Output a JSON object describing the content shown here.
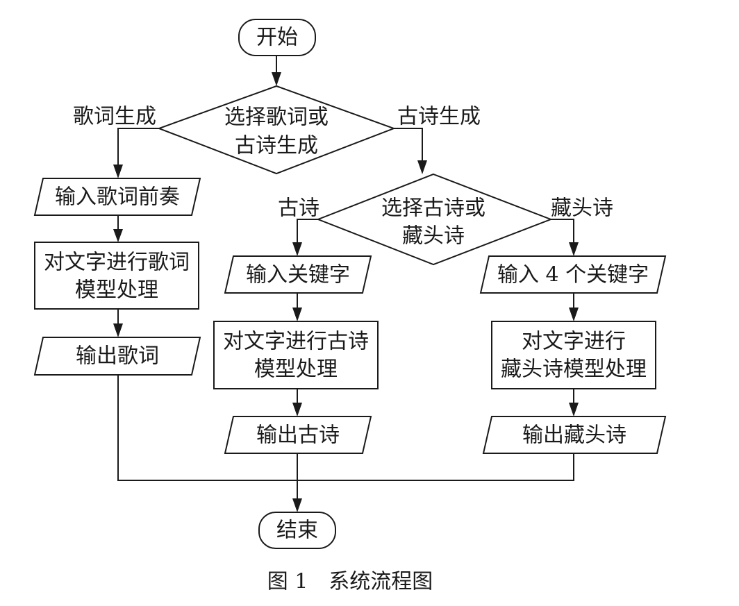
{
  "flowchart": {
    "start": "开始",
    "decision_main": {
      "line1": "选择歌词或",
      "line2": "古诗生成"
    },
    "branch_lyrics": "歌词生成",
    "branch_poem": "古诗生成",
    "lyrics": {
      "input": "输入歌词前奏",
      "process_line1": "对文字进行歌词",
      "process_line2": "模型处理",
      "output": "输出歌词"
    },
    "decision_poem": {
      "line1": "选择古诗或",
      "line2": "藏头诗"
    },
    "branch_classic": "古诗",
    "branch_acrostic": "藏头诗",
    "classic": {
      "input": "输入关键字",
      "process_line1": "对文字进行古诗",
      "process_line2": "模型处理",
      "output": "输出古诗"
    },
    "acrostic": {
      "input": "输入 4 个关键字",
      "process_line1": "对文字进行",
      "process_line2": "藏头诗模型处理",
      "output": "输出藏头诗"
    },
    "end": "结束"
  },
  "caption": "图 1　系统流程图"
}
